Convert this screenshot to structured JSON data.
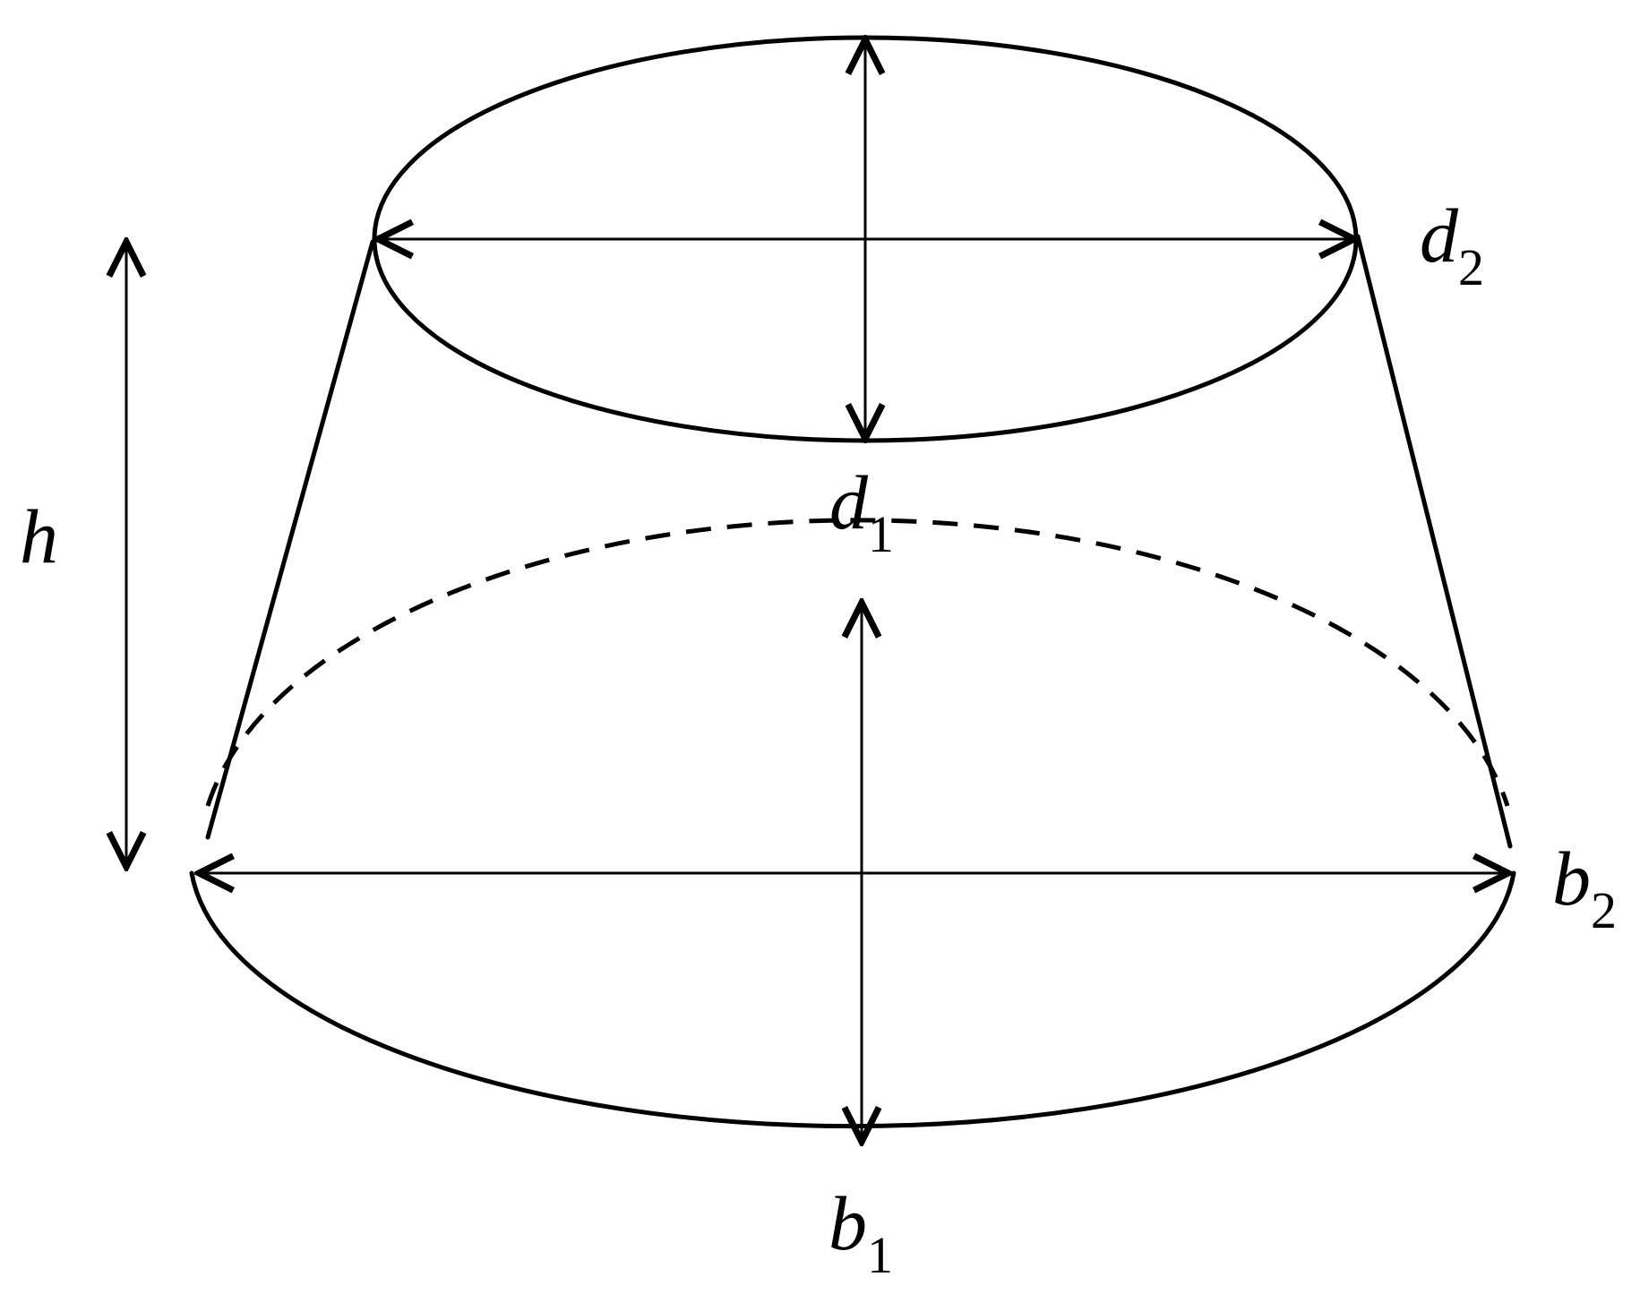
{
  "labels": {
    "d2": {
      "main": "d",
      "sub": "2"
    },
    "d1": {
      "main": "d",
      "sub": "1"
    },
    "h": {
      "main": "h"
    },
    "b2": {
      "main": "b",
      "sub": "2"
    },
    "b1": {
      "main": "b",
      "sub": "1"
    }
  },
  "colors": {
    "line": "#000000",
    "background": "#ffffff"
  }
}
